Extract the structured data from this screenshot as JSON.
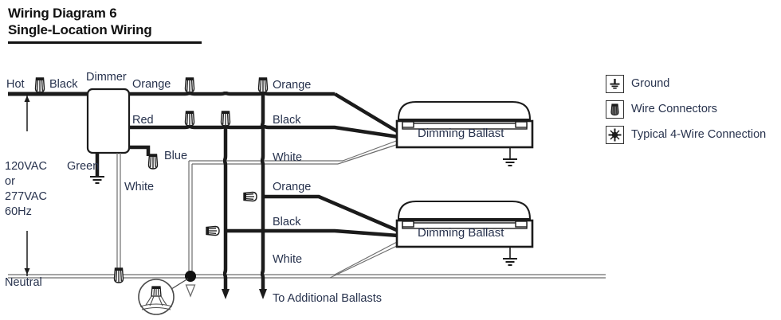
{
  "title": {
    "line1": "Wiring Diagram 6",
    "line2": "Single-Location Wiring"
  },
  "colors": {
    "label_text": "#27324d",
    "wire_black": "#1b1b1b",
    "wire_white_outline": "#7a7a7a",
    "title_text": "#111111",
    "legend_border": "#333333"
  },
  "supply": {
    "hot_label": "Hot",
    "hot_wire_label": "Black",
    "voltage_line1": "120VAC",
    "voltage_line2": "or",
    "voltage_line3": "277VAC",
    "voltage_line4": "60Hz",
    "neutral_label": "Neutral"
  },
  "dimmer": {
    "label": "Dimmer",
    "lead_orange": "Orange",
    "lead_red": "Red",
    "lead_blue": "Blue",
    "lead_white": "White",
    "lead_green": "Green"
  },
  "ballast_top": {
    "name": "Dimming Ballast",
    "lead_orange": "Orange",
    "lead_black": "Black",
    "lead_white": "White"
  },
  "ballast_bottom": {
    "name": "Dimming Ballast",
    "lead_orange": "Orange",
    "lead_black": "Black",
    "lead_white": "White"
  },
  "continuation": {
    "label": "To Additional Ballasts"
  },
  "legend": {
    "items": [
      {
        "icon": "ground-icon",
        "label": "Ground"
      },
      {
        "icon": "wire-connector-icon",
        "label": "Wire Connectors"
      },
      {
        "icon": "four-wire-connection-icon",
        "label": "Typical 4-Wire Connection"
      }
    ]
  }
}
